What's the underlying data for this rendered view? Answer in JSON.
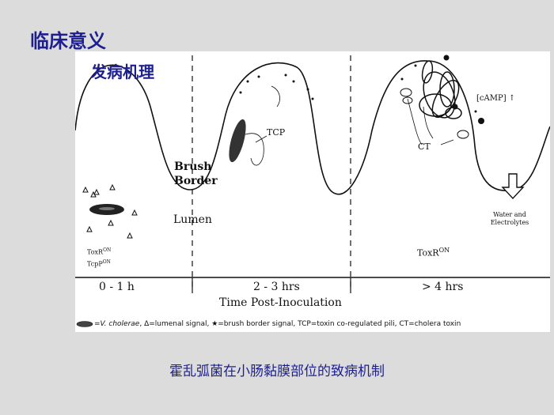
{
  "slide": {
    "title": "临床意义",
    "subtitle": "发病机理",
    "caption": "霍乱弧菌在小肠黏膜部位的致病机制"
  },
  "figure": {
    "brush_border": "Brush Border",
    "lumen": "Lumen",
    "tcp": "TCP",
    "ct": "CT",
    "camp": "[cAMP] ↑",
    "water": "Water and Electrolytes",
    "toxr_on_1": "ToxR",
    "toxr_on_1_sup": "ON",
    "tcp_on": "TcpP",
    "tcp_on_sup": "ON",
    "toxr_on_3": "ToxR",
    "toxr_on_3_sup": "ON",
    "times": [
      "0 - 1 h",
      "2 - 3 hrs",
      "> 4 hrs"
    ],
    "time_axis_label": "Time Post-Inoculation",
    "legend": {
      "organism": "V. cholerae",
      "text": ", Δ=lumenal signal, ★=brush border signal, TCP=toxin co-regulated pili, CT=cholera toxin",
      "prefix": "="
    }
  },
  "colors": {
    "title_blue": "#1d1f8f",
    "background": "#dcdcdc",
    "figure_bg": "#ffffff"
  }
}
